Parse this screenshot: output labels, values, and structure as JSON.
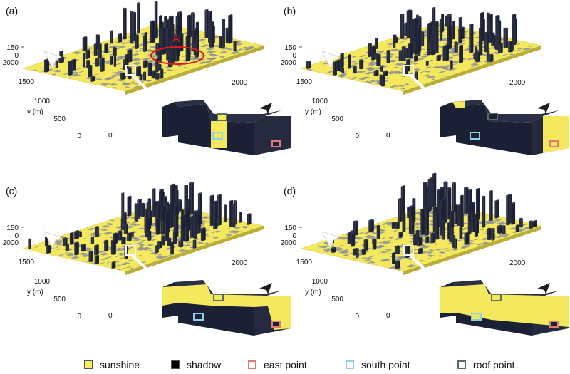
{
  "panels": [
    {
      "label": "(a)",
      "annotation": "A",
      "windows": {
        "east": "shadow",
        "south": "sunshine",
        "roof": "sunshine"
      }
    },
    {
      "label": "(b)",
      "annotation": "",
      "windows": {
        "east": "sunshine",
        "south": "shadow",
        "roof": "shadow"
      }
    },
    {
      "label": "(c)",
      "annotation": "",
      "windows": {
        "east": "shadow",
        "south": "shadow",
        "roof": "sunshine"
      }
    },
    {
      "label": "(d)",
      "annotation": "",
      "windows": {
        "east": "shadow",
        "south": "sunshine",
        "roof": "sunshine"
      }
    }
  ],
  "axes": {
    "z_ticks": [
      "150",
      "0"
    ],
    "y_ticks": [
      "2000",
      "1500",
      "1000",
      "500",
      "0"
    ],
    "y_label": "y (m)",
    "x_ticks": [
      "0",
      "2000"
    ]
  },
  "legend": [
    {
      "label": "sunshine",
      "swatch": "fill",
      "color": "#f5ec6a"
    },
    {
      "label": "shadow",
      "swatch": "fill",
      "color": "#000000"
    },
    {
      "label": "east point",
      "swatch": "outline",
      "color": "#e07a7a"
    },
    {
      "label": "south point",
      "swatch": "outline",
      "color": "#8fd0ea"
    },
    {
      "label": "roof point",
      "swatch": "outline",
      "color": "#5a6e68"
    }
  ],
  "colors": {
    "sunshine": "#f3e85e",
    "terrain_shadow": "#8c8f96",
    "building": "#1c2034",
    "building_top": "#2c3046",
    "annotation": "#e01a1a"
  }
}
